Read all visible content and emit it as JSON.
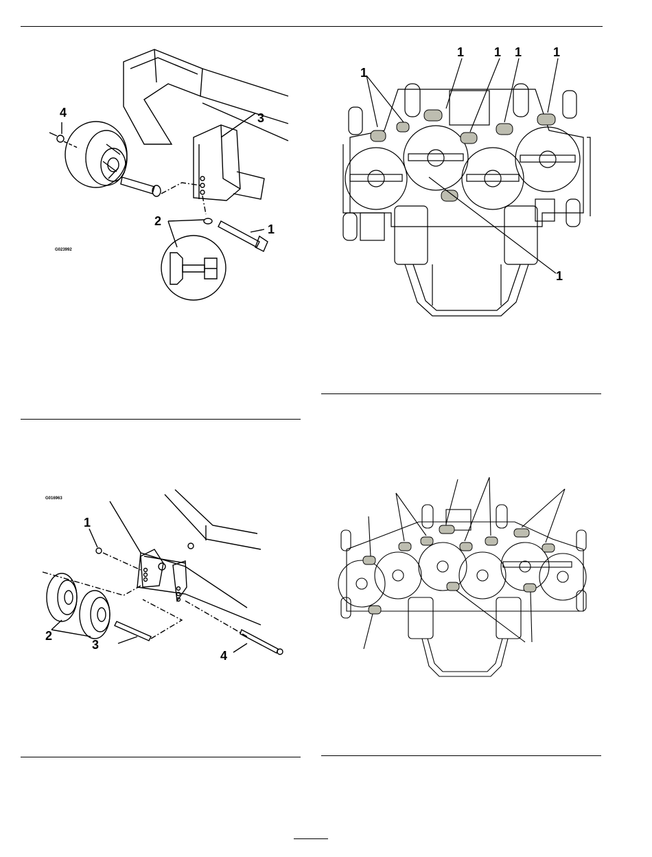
{
  "figure1": {
    "code": "G023992",
    "callouts": {
      "c1": "1",
      "c2": "2",
      "c3": "3",
      "c4": "4"
    }
  },
  "figure2": {
    "code": "G016963",
    "callouts": {
      "c1": "1",
      "c2": "2",
      "c3": "3",
      "c4": "4"
    }
  },
  "figure3": {
    "callouts": {
      "c1a": "1",
      "c1b": "1",
      "c1c": "1",
      "c1d": "1",
      "c1e": "1",
      "c1f": "1"
    }
  },
  "figure4": {
    "callouts": []
  },
  "colors": {
    "ink": "#000000",
    "pad": "#bdbdb0",
    "paper": "#ffffff"
  }
}
